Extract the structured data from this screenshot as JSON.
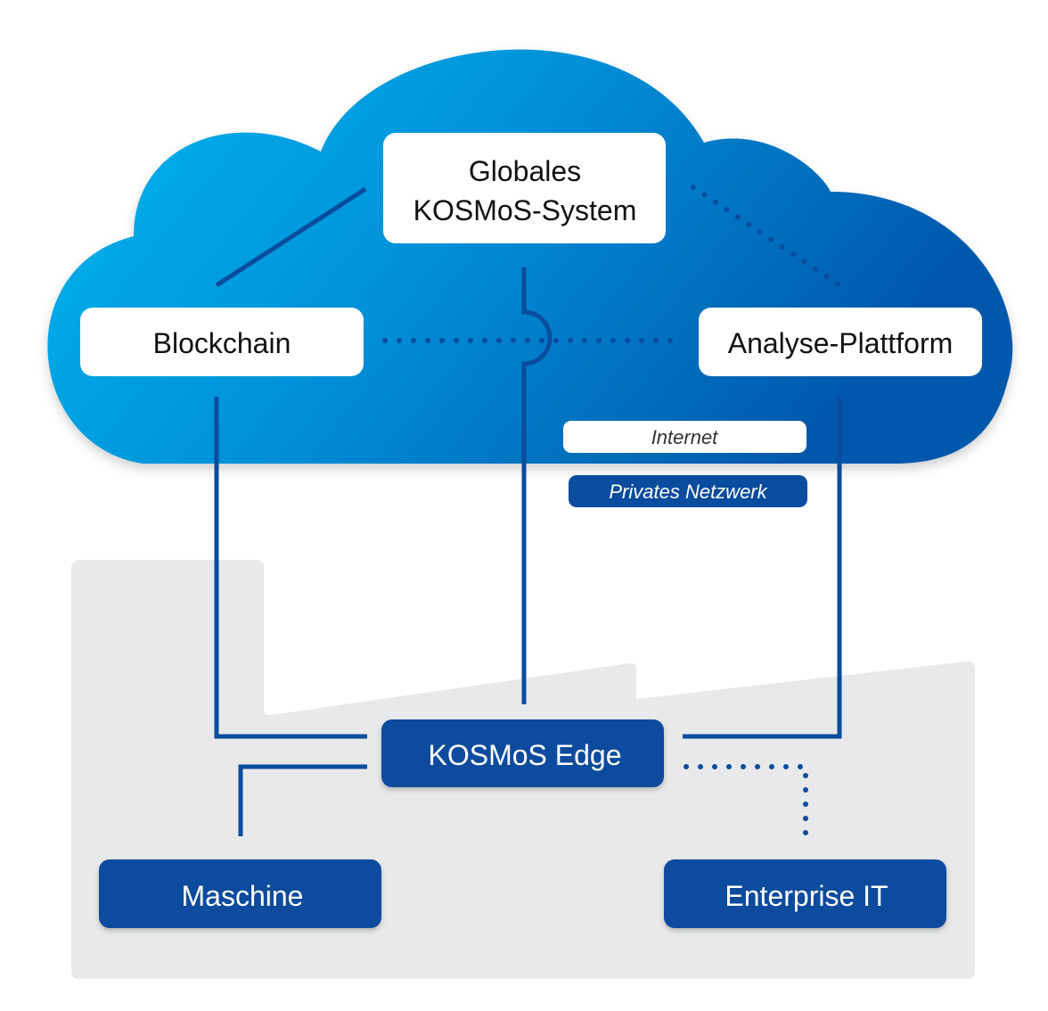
{
  "nodes": {
    "global_system": {
      "line1": "Globales",
      "line2": "KOSMoS-System"
    },
    "blockchain": {
      "label": "Blockchain"
    },
    "analytics": {
      "label": "Analyse-Plattform"
    },
    "edge": {
      "label": "KOSMoS Edge"
    },
    "machine": {
      "label": "Maschine"
    },
    "enterprise": {
      "label": "Enterprise IT"
    }
  },
  "legend": {
    "internet": "Internet",
    "private_network": "Privates Netzwerk"
  },
  "colors": {
    "cloud_light": "#00b0ec",
    "cloud_dark": "#005aae",
    "dark_blue": "#0a4c9e",
    "factory_gray": "#e8e9ea",
    "white": "#ffffff",
    "text_dark": "#111111"
  }
}
